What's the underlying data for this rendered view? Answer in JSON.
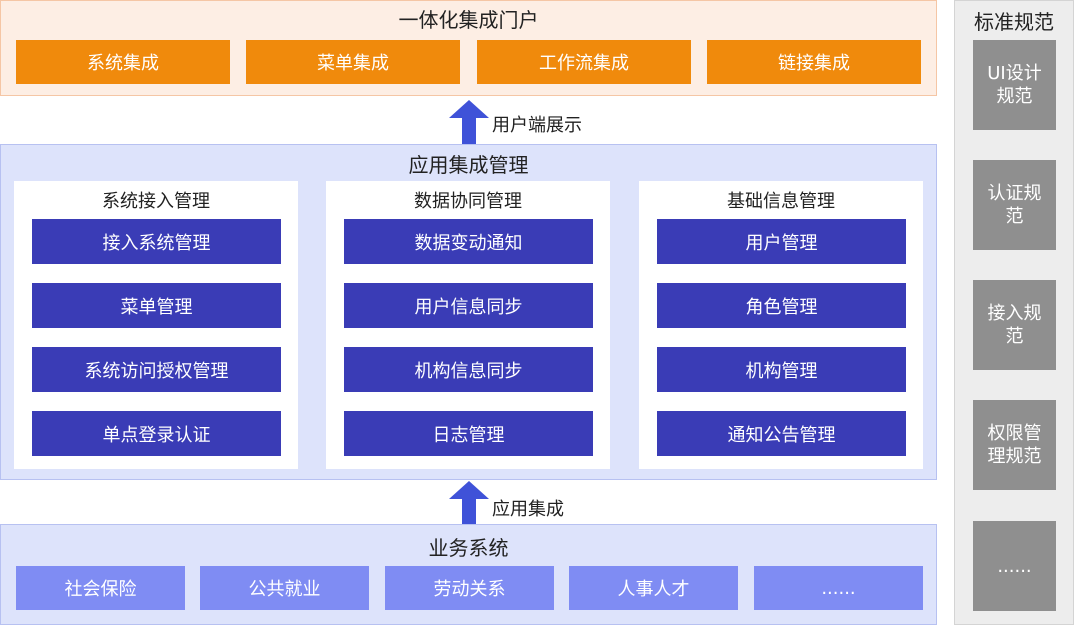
{
  "portal": {
    "title": "一体化集成门户",
    "items": [
      "系统集成",
      "菜单集成",
      "工作流集成",
      "链接集成"
    ]
  },
  "arrows": {
    "top_label": "用户端展示",
    "bottom_label": "应用集成"
  },
  "app_management": {
    "title": "应用集成管理",
    "panels": [
      {
        "title": "系统接入管理",
        "items": [
          "接入系统管理",
          "菜单管理",
          "系统访问授权管理",
          "单点登录认证"
        ]
      },
      {
        "title": "数据协同管理",
        "items": [
          "数据变动通知",
          "用户信息同步",
          "机构信息同步",
          "日志管理"
        ]
      },
      {
        "title": "基础信息管理",
        "items": [
          "用户管理",
          "角色管理",
          "机构管理",
          "通知公告管理"
        ]
      }
    ]
  },
  "business": {
    "title": "业务系统",
    "items": [
      "社会保险",
      "公共就业",
      "劳动关系",
      "人事人才",
      "......"
    ]
  },
  "standards": {
    "title": "标准规范",
    "items": [
      "UI设计规范",
      "认证规范",
      "接入规范",
      "权限管理规范",
      "......"
    ]
  },
  "colors": {
    "portal_bg": "#fdeee4",
    "portal_item": "#f08a0c",
    "mgmt_bg": "#dde3fb",
    "mgmt_item": "#3a3cb6",
    "biz_item": "#7f8cf3",
    "arrow": "#3f52d8",
    "std_bg": "#ededed",
    "std_item": "#8f8f8f"
  }
}
